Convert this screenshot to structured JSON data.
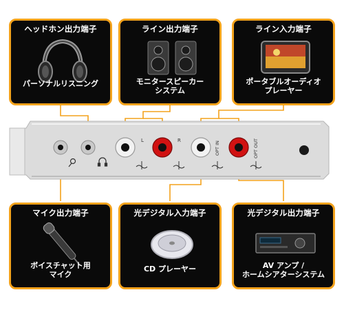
{
  "colors": {
    "accent": "#f3a21b",
    "box_bg": "#0a0a0a",
    "label_text": "#ffffff",
    "jack_red": "#d11212",
    "jack_white": "#e8e8e8",
    "bracket": "#d8d8d8"
  },
  "callouts": {
    "headphone": {
      "title": "ヘッドホン出力端子",
      "caption": "パーソナルリスニング",
      "icon": "headphones-image"
    },
    "line_out": {
      "title": "ライン出力端子",
      "caption_1": "モニタースピーカー",
      "caption_2": "システム",
      "icon": "speakers-image"
    },
    "line_in": {
      "title": "ライン入力端子",
      "caption_1": "ポータブルオーディオ",
      "caption_2": "プレーヤー",
      "icon": "audio-player-image"
    },
    "mic": {
      "title": "マイク出力端子",
      "caption_1": "ボイスチャット用",
      "caption_2": "マイク",
      "icon": "microphone-image"
    },
    "optical_in": {
      "title": "光デジタル入力端子",
      "caption": "CD プレーヤー",
      "icon": "cd-player-image"
    },
    "optical_out": {
      "title": "光デジタル出力端子",
      "caption_1": "AV アンプ /",
      "caption_2": "ホームシアターシステム",
      "icon": "av-amplifier-image"
    }
  },
  "bracket": {
    "label_l": "L",
    "label_r": "R",
    "label_opt_in": "OPT IN",
    "label_opt_out": "OPT OUT"
  }
}
